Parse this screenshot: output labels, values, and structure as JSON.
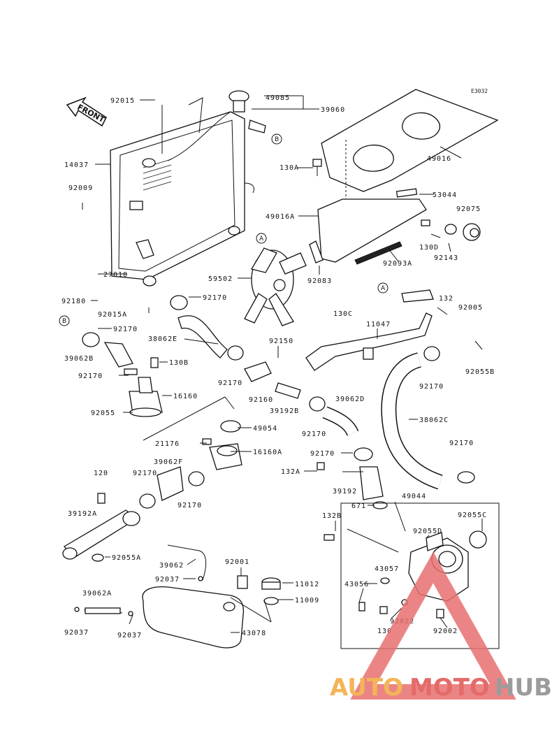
{
  "diagram_code": "E3032",
  "front_label": "FRONT",
  "watermark": {
    "part1": "AUTO",
    "part2": "MOTO",
    "part3": "HUB"
  },
  "refs": {
    "a": "A",
    "b": "B"
  },
  "labels": [
    {
      "id": "92015",
      "text": "92015"
    },
    {
      "id": "49085",
      "text": "49085"
    },
    {
      "id": "39060",
      "text": "39060"
    },
    {
      "id": "14037",
      "text": "14037"
    },
    {
      "id": "130A_top",
      "text": "130A"
    },
    {
      "id": "49016",
      "text": "49016"
    },
    {
      "id": "92009",
      "text": "92009"
    },
    {
      "id": "53044",
      "text": "53044"
    },
    {
      "id": "49016A",
      "text": "49016A"
    },
    {
      "id": "92075",
      "text": "92075"
    },
    {
      "id": "130D",
      "text": "130D"
    },
    {
      "id": "92143",
      "text": "92143"
    },
    {
      "id": "27010",
      "text": "27010"
    },
    {
      "id": "92093A",
      "text": "92093A"
    },
    {
      "id": "59502",
      "text": "59502"
    },
    {
      "id": "92083",
      "text": "92083"
    },
    {
      "id": "92180",
      "text": "92180"
    },
    {
      "id": "92170_a",
      "text": "92170"
    },
    {
      "id": "92015A",
      "text": "92015A"
    },
    {
      "id": "132",
      "text": "132"
    },
    {
      "id": "92005",
      "text": "92005"
    },
    {
      "id": "92170_b",
      "text": "92170"
    },
    {
      "id": "130C",
      "text": "130C"
    },
    {
      "id": "11047",
      "text": "11047"
    },
    {
      "id": "38062E",
      "text": "38062E"
    },
    {
      "id": "92150",
      "text": "92150"
    },
    {
      "id": "39062B",
      "text": "39062B"
    },
    {
      "id": "130B",
      "text": "130B"
    },
    {
      "id": "92055B",
      "text": "92055B"
    },
    {
      "id": "92170_c",
      "text": "92170"
    },
    {
      "id": "92170_d",
      "text": "92170"
    },
    {
      "id": "92160",
      "text": "92160"
    },
    {
      "id": "39192B",
      "text": "39192B"
    },
    {
      "id": "92170_e",
      "text": "92170"
    },
    {
      "id": "16160",
      "text": "16160"
    },
    {
      "id": "39062D",
      "text": "39062D"
    },
    {
      "id": "92055",
      "text": "92055"
    },
    {
      "id": "38062C",
      "text": "38062C"
    },
    {
      "id": "49054",
      "text": "49054"
    },
    {
      "id": "92170_f",
      "text": "92170"
    },
    {
      "id": "21176",
      "text": "21176"
    },
    {
      "id": "16160A",
      "text": "16160A"
    },
    {
      "id": "92170_g",
      "text": "92170"
    },
    {
      "id": "92170_h",
      "text": "92170"
    },
    {
      "id": "39062F",
      "text": "39062F"
    },
    {
      "id": "132A",
      "text": "132A"
    },
    {
      "id": "120",
      "text": "120"
    },
    {
      "id": "92170_i",
      "text": "92170"
    },
    {
      "id": "39192",
      "text": "39192"
    },
    {
      "id": "92170_j",
      "text": "92170"
    },
    {
      "id": "671",
      "text": "671"
    },
    {
      "id": "49044",
      "text": "49044"
    },
    {
      "id": "39192A",
      "text": "39192A"
    },
    {
      "id": "132B",
      "text": "132B"
    },
    {
      "id": "92055D",
      "text": "92055D"
    },
    {
      "id": "92055C",
      "text": "92055C"
    },
    {
      "id": "92055A",
      "text": "92055A"
    },
    {
      "id": "39062",
      "text": "39062"
    },
    {
      "id": "92001",
      "text": "92001"
    },
    {
      "id": "43057",
      "text": "43057"
    },
    {
      "id": "11012",
      "text": "11012"
    },
    {
      "id": "92037_a",
      "text": "92037"
    },
    {
      "id": "43056",
      "text": "43056"
    },
    {
      "id": "39062A",
      "text": "39062A"
    },
    {
      "id": "11009",
      "text": "11009"
    },
    {
      "id": "92022",
      "text": "92022"
    },
    {
      "id": "130",
      "text": "130"
    },
    {
      "id": "92002",
      "text": "92002"
    },
    {
      "id": "92037_b",
      "text": "92037"
    },
    {
      "id": "92037_c",
      "text": "92037"
    },
    {
      "id": "43078",
      "text": "43078"
    }
  ]
}
